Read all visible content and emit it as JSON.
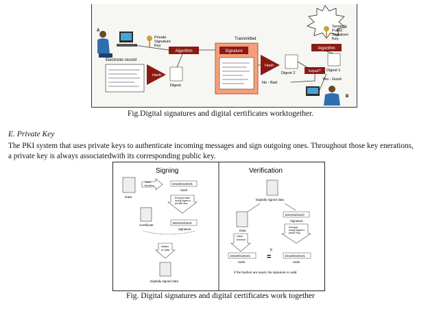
{
  "figure1": {
    "label_a": "A",
    "label_b": "B",
    "private_key": [
      "Private",
      "Signature",
      "Key"
    ],
    "senders_key": [
      "Sender's",
      "Public",
      "Signature",
      "Key"
    ],
    "algorithm_left": "Algorithm",
    "algorithm_right": "Algorithm",
    "transmitted": "Transmitted",
    "signature": "Signature",
    "electronic_record": "Electronic record",
    "hash_left": "Hash",
    "hash_right": "Hash",
    "digest": "Digest",
    "digest2": "Digest 2",
    "digest1": "Digest 1",
    "equal": "Equal?",
    "yes_good": "Yes - Good",
    "no_bad": "No - Bad",
    "caption": "Fig.Digital  signatures  and  digital  certificates  worktogether."
  },
  "section": {
    "heading": "E.    Private Key",
    "paragraph_lines": [
      "The PKI system that uses private keys to authenticate incoming messages and sign outgoing ones. Throughout those key enerations,",
      "a private key is always associatedwith its corresponding public key."
    ]
  },
  "figure2": {
    "signing_title": "Signing",
    "verification_title": "Verification",
    "data_left": "Data",
    "hash_function_left": [
      "Hash",
      "function"
    ],
    "binary_hash_left": "101100110101",
    "hash_label_left": "Hash",
    "encrypt_left": [
      "Encrypt hash",
      "using signer's",
      "private key"
    ],
    "certificate": "Certificate",
    "binary_sig_left": "111101101110",
    "signature_left": "Signature",
    "attach": [
      "Attach",
      "to data"
    ],
    "signed_data_left": "Digitally signed data",
    "signed_data_top": "Digitally signed data",
    "data_right": "Data",
    "hash_function_right": [
      "Hash",
      "function"
    ],
    "binary_sig_right": "111101101110",
    "signature_right": "Signature",
    "decrypt_right": [
      "Decrypt",
      "using signer's",
      "public key"
    ],
    "question": "?",
    "binary_hash_r1": "101100110101",
    "hash_r1": "Hash",
    "binary_hash_r2": "101100110101",
    "hash_r2": "Hash",
    "note": "If the hashes are equal, the signature is valid.",
    "caption": "Fig. Digital signatures and digital certificates work together"
  },
  "colors": {
    "red_box": "#8b1a14",
    "orange_panel": "#f3a07a",
    "key_gold": "#c8a23a"
  }
}
